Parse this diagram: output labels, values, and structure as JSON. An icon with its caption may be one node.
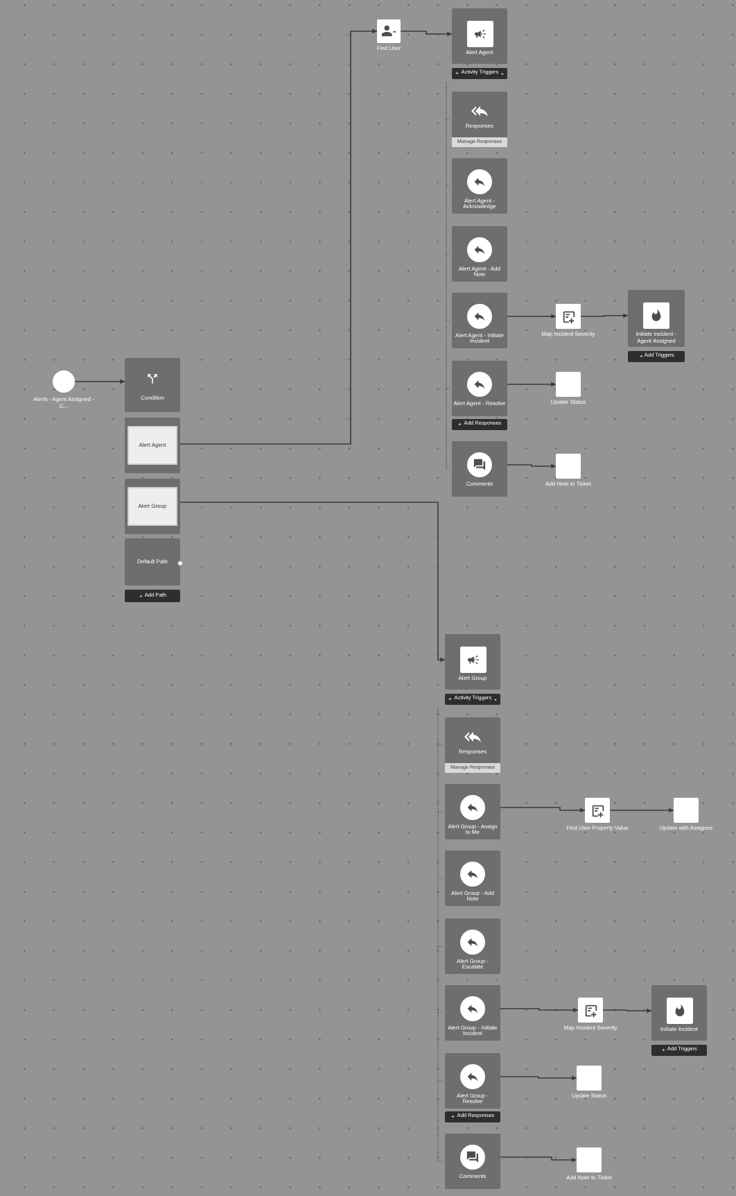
{
  "diagram": {
    "nodes": [
      {
        "text": [
          "Alerts - Agent Assigned - C..."
        ]
      },
      {
        "text": [
          "Condition"
        ]
      },
      {
        "text": [
          "Alert Agent"
        ]
      },
      {
        "text": [
          "Alert Group"
        ]
      },
      {
        "text": [
          "Default Path"
        ]
      },
      {
        "text": [
          "Add Path"
        ]
      },
      {
        "text": [
          "Find User"
        ]
      },
      {
        "text": [
          "Alert Agent"
        ]
      },
      {
        "text": [
          "Activity Triggers"
        ]
      },
      {
        "text": [
          "Responses",
          "Manage Responses"
        ]
      },
      {
        "text": [
          "Alert Agent - Acknowledge"
        ]
      },
      {
        "text": [
          "Alert Agent - Add Note"
        ]
      },
      {
        "text": [
          "Alert Agent - Initiate Incident"
        ]
      },
      {
        "text": [
          "Alert Agent - Resolve"
        ]
      },
      {
        "text": [
          "Add Responses"
        ]
      },
      {
        "text": [
          "Comments"
        ]
      },
      {
        "text": [
          "Map Incident Severity"
        ]
      },
      {
        "text": [
          "Initiate Incident - Agent Assigned"
        ]
      },
      {
        "text": [
          "Add Triggers"
        ]
      },
      {
        "text": [
          "Update Status"
        ]
      },
      {
        "text": [
          "Add Note to Ticket"
        ]
      },
      {
        "text": [
          "Alert Group"
        ]
      },
      {
        "text": [
          "Activity Triggers"
        ]
      },
      {
        "text": [
          "Responses",
          "Manage Responses"
        ]
      },
      {
        "text": [
          "Alert Group - Assign to Me"
        ]
      },
      {
        "text": [
          "Alert Group - Add Note"
        ]
      },
      {
        "text": [
          "Alert Group - Escalate"
        ]
      },
      {
        "text": [
          "Alert Group - Initiate Incident"
        ]
      },
      {
        "text": [
          "Alert Group - Resolve"
        ]
      },
      {
        "text": [
          "Add Responses"
        ]
      },
      {
        "text": [
          "Comments"
        ]
      },
      {
        "text": [
          "Find User Property Value"
        ]
      },
      {
        "text": [
          "Update with Assignee"
        ]
      },
      {
        "text": [
          "Map Incident Severity"
        ]
      },
      {
        "text": [
          "Initiate Incident"
        ]
      },
      {
        "text": [
          "Add Triggers"
        ]
      },
      {
        "text": [
          "Update Status"
        ]
      },
      {
        "text": [
          "Add Note to Ticket"
        ]
      }
    ],
    "edges": [
      {
        "from": 0,
        "to": 1,
        "arrow": "to"
      },
      {
        "from": 2,
        "to": 6,
        "arrow": "to"
      },
      {
        "from": 6,
        "to": 7,
        "arrow": "to"
      },
      {
        "from": 12,
        "to": 16,
        "arrow": "to"
      },
      {
        "from": 16,
        "to": 17,
        "arrow": "to"
      },
      {
        "from": 13,
        "to": 19,
        "arrow": "to"
      },
      {
        "from": 15,
        "to": 20,
        "arrow": "to"
      },
      {
        "from": 3,
        "to": 21,
        "arrow": "to"
      },
      {
        "from": 24,
        "to": 31,
        "arrow": "to"
      },
      {
        "from": 31,
        "to": 32,
        "arrow": "to"
      },
      {
        "from": 27,
        "to": 33,
        "arrow": "to"
      },
      {
        "from": 33,
        "to": 34,
        "arrow": "to"
      },
      {
        "from": 28,
        "to": 36,
        "arrow": "to"
      },
      {
        "from": 30,
        "to": 37,
        "arrow": "to"
      }
    ]
  }
}
